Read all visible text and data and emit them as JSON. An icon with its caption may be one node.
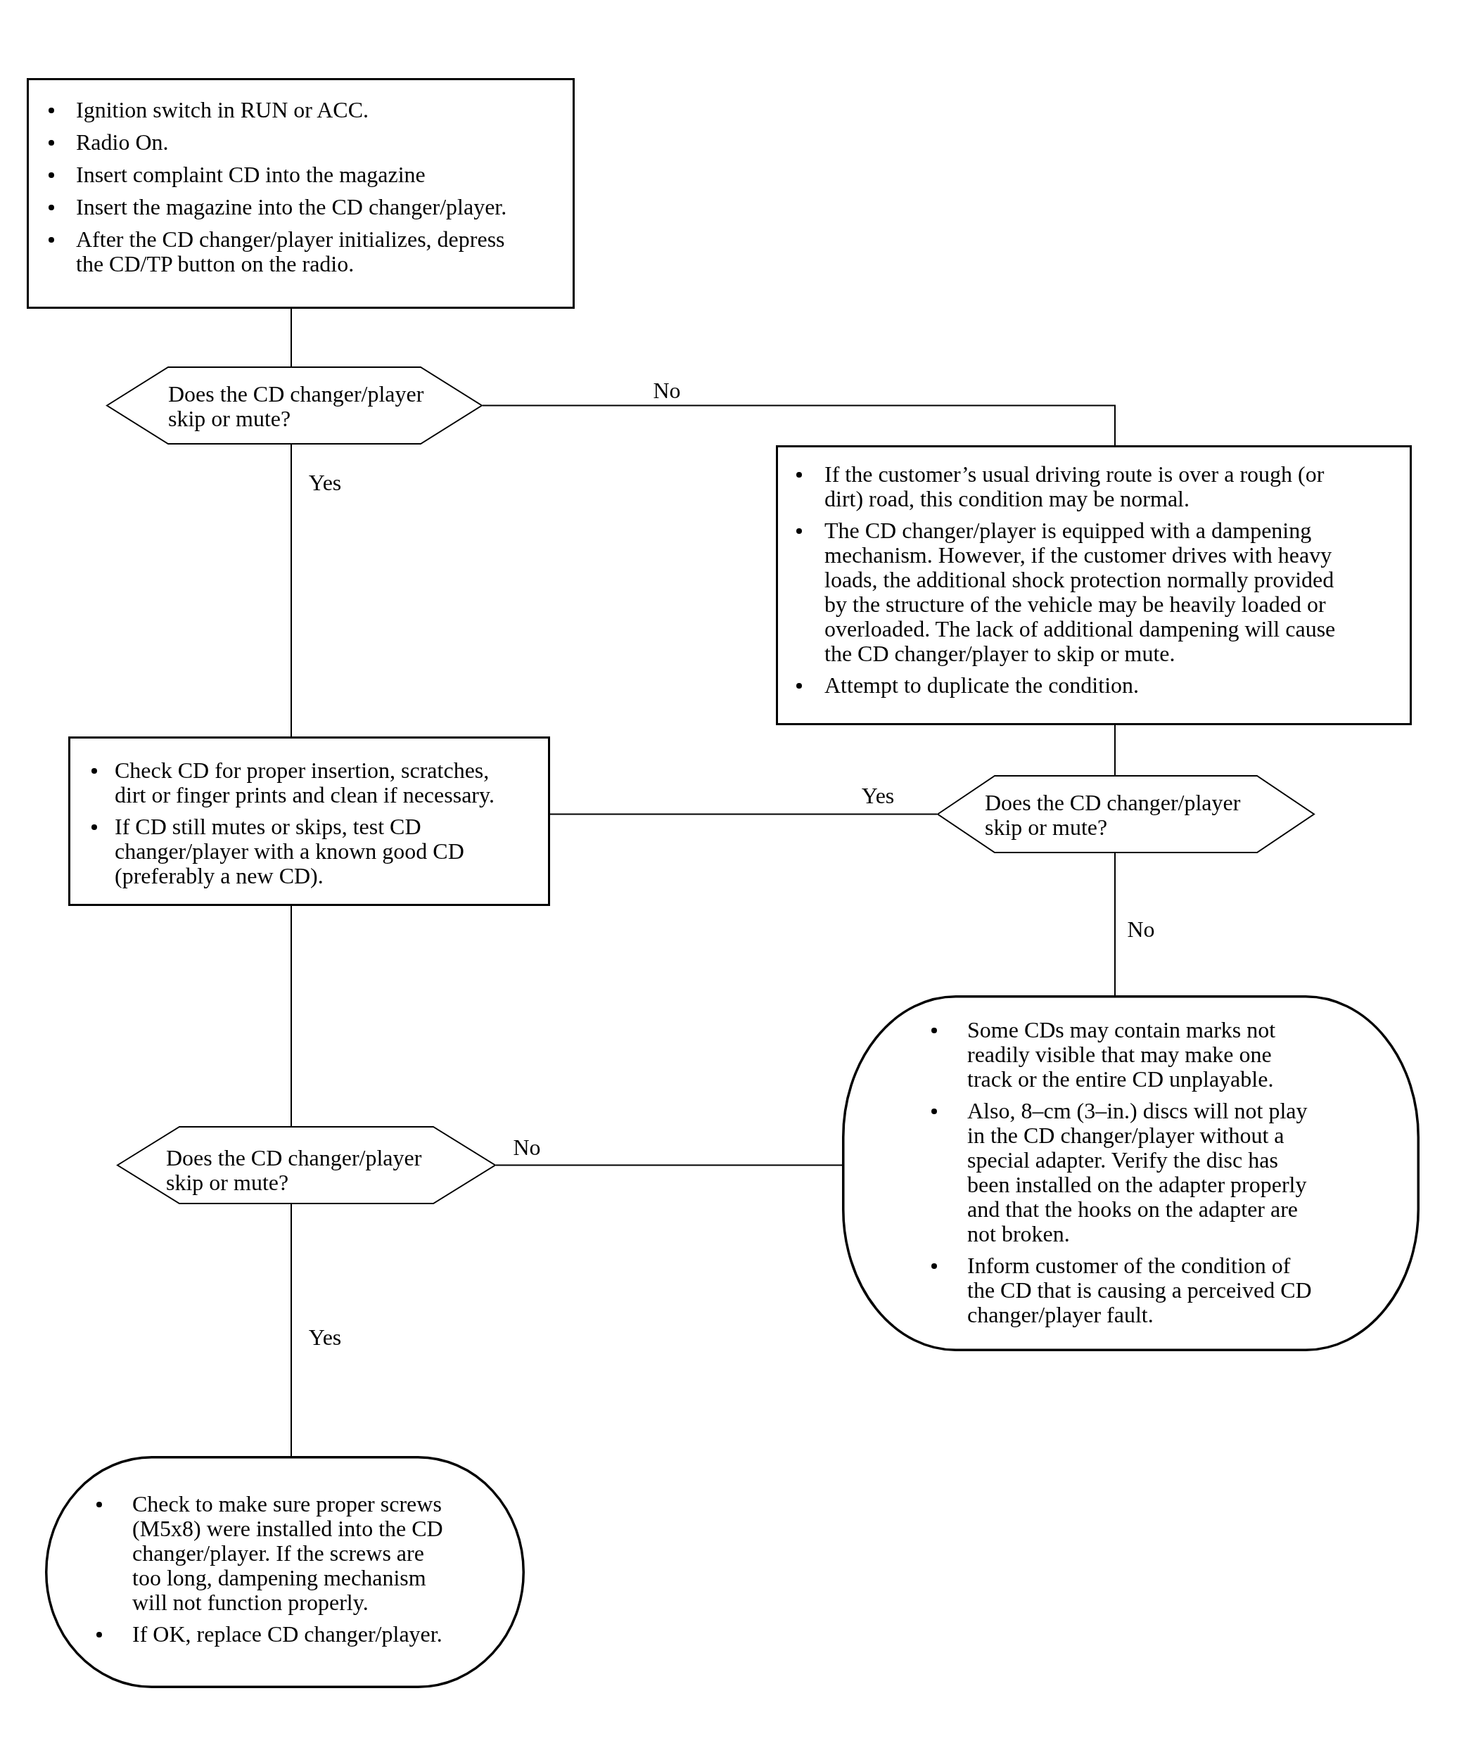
{
  "diagram": {
    "nodes": [
      {
        "text": [
          "Ignition switch in RUN or ACC.",
          "Radio On.",
          "Insert complaint CD into the magazine",
          "Insert the magazine into the CD changer/player.",
          "After the CD changer/player initializes, depress the CD/TP button on the radio."
        ]
      },
      {
        "text": [
          "Does the CD changer/player skip or mute?"
        ]
      },
      {
        "text": [
          "If the customer’s usual driving route is over a rough (or dirt) road, this condition may be normal.",
          "The CD changer/player is equipped with a dampening mechanism. However, if the customer drives with heavy loads, the additional shock protection normally provided by the structure of the vehicle may be heavily loaded or overloaded. The lack of additional dampening will cause the CD changer/player to skip or mute.",
          "Attempt to duplicate the condition."
        ]
      },
      {
        "text": [
          "Check CD for proper insertion, scratches, dirt or finger prints and clean if necessary.",
          "If CD still mutes or skips, test CD changer/player with a known good CD (preferably a new CD)."
        ]
      },
      {
        "text": [
          "Does the CD changer/player skip or mute?"
        ]
      },
      {
        "text": [
          "Some CDs may contain marks not readily visible that may make one track or the entire CD unplayable.",
          "Also, 8–cm (3–in.) discs will not play in the CD changer/player without a special adapter. Verify the disc has been installed on the adapter properly and that the hooks on the adapter are not broken.",
          "Inform customer of the condition of the CD that is causing a perceived CD changer/player fault."
        ]
      },
      {
        "text": [
          "Does the CD changer/player skip or mute?"
        ]
      },
      {
        "text": [
          "Check to make sure proper screws (M5x8) were installed into the CD changer/player. If the screws are too long, dampening mechanism will not function properly.",
          "If OK, replace CD changer/player."
        ]
      }
    ],
    "edges": [
      {
        "from": 0,
        "to": 1,
        "arrow": "none"
      },
      {
        "from": 1,
        "to": 2,
        "arrow": "none",
        "label": "No"
      },
      {
        "from": 1,
        "to": 3,
        "arrow": "none",
        "label": "Yes"
      },
      {
        "from": 2,
        "to": 4,
        "arrow": "none"
      },
      {
        "from": 4,
        "to": 3,
        "arrow": "none",
        "label": "Yes"
      },
      {
        "from": 4,
        "to": 5,
        "arrow": "none",
        "label": "No"
      },
      {
        "from": 3,
        "to": 6,
        "arrow": "none"
      },
      {
        "from": 6,
        "to": 5,
        "arrow": "none",
        "label": "No"
      },
      {
        "from": 6,
        "to": 7,
        "arrow": "none",
        "label": "Yes"
      }
    ]
  }
}
